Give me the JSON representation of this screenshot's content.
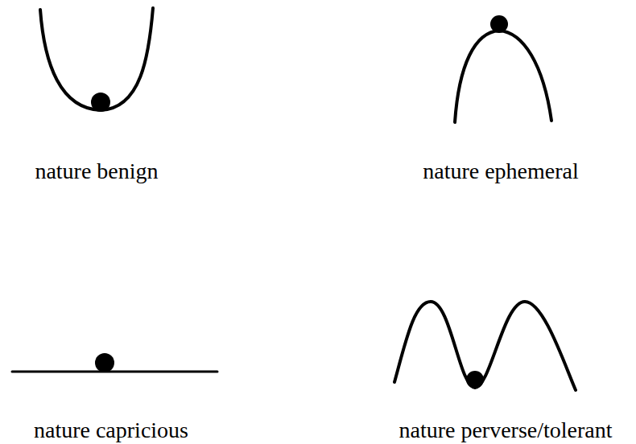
{
  "diagram": {
    "labels": [
      "nature benign",
      "nature ephemeral",
      "nature capricious",
      "nature perverse/tolerant"
    ]
  }
}
